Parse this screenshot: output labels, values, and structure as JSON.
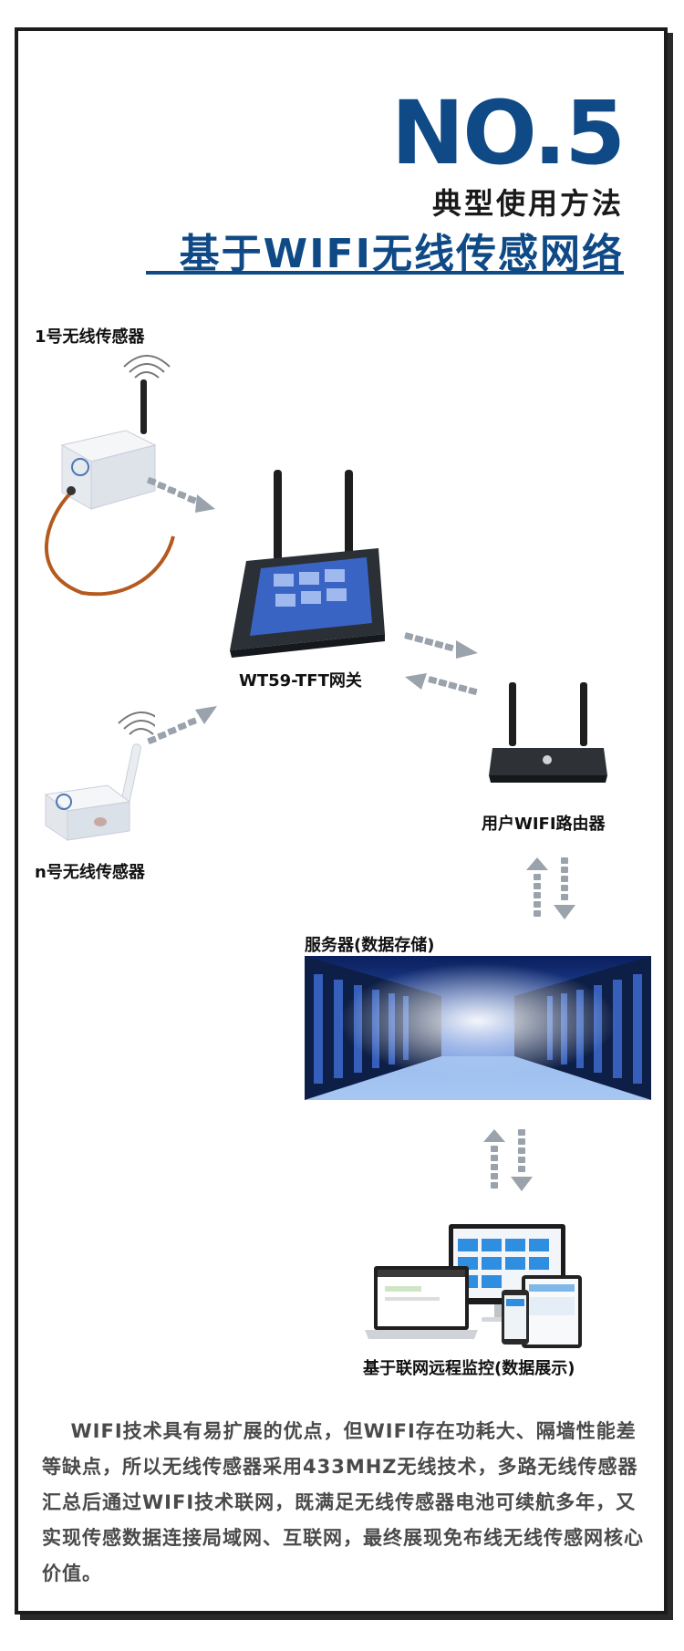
{
  "header": {
    "number": "NO.5",
    "subtitle": "典型使用方法",
    "title": "基于WIFI无线传感网络"
  },
  "nodes": {
    "sensor_1": "1号无线传感器",
    "gateway": "WT59-TFT网关",
    "sensor_n": "n号无线传感器",
    "router": "用户WIFI路由器",
    "server": "服务器(数据存储)",
    "monitor": "基于联网远程监控(数据展示)"
  },
  "description": "WIFI技术具有易扩展的优点，但WIFI存在功耗大、隔墙性能差等缺点，所以无线传感器采用433MHZ无线技术，多路无线传感器汇总后通过WIFI技术联网，既满足无线传感器电池可续航多年，又实现传感数据连接局域网、互联网，最终展现免布线无线传感网核心价值。",
  "colors": {
    "brand_blue": "#0f4a86",
    "arrow_gray": "#9aa2ac"
  }
}
